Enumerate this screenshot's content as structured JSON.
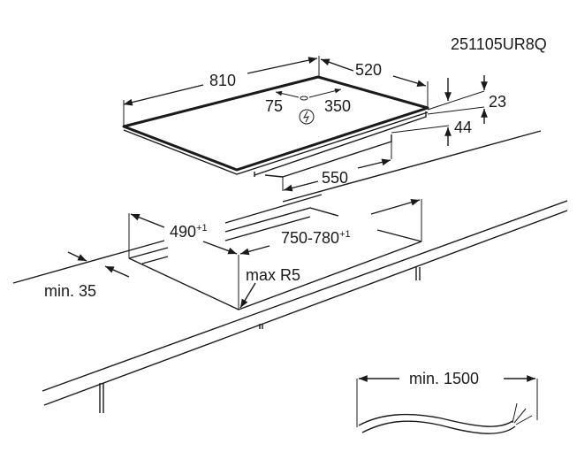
{
  "code": "251105UR8Q",
  "hob": {
    "width": "810",
    "depth": "520",
    "connection_left": "75",
    "connection_right": "350",
    "frame_height": "23",
    "total_height": "44",
    "bottom_width": "550"
  },
  "cutout": {
    "depth": "490",
    "depth_tolerance": "+1",
    "width": "750-780",
    "width_tolerance": "+1",
    "corner_radius": "max R5",
    "front_distance": "min. 35"
  },
  "cable": {
    "length": "min. 1500"
  }
}
